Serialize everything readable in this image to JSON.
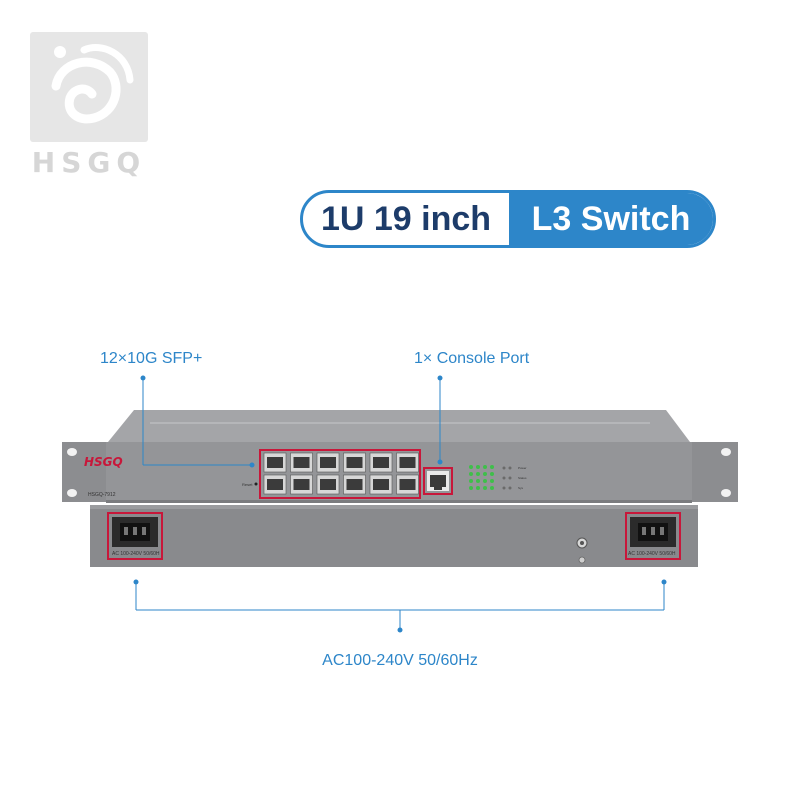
{
  "logo": {
    "name": "HSGQ"
  },
  "headline": {
    "left": "1U 19 inch",
    "right": "L3 Switch"
  },
  "callouts": {
    "sfp": "12×10G SFP+",
    "console": "1× Console Port",
    "power": "AC100-240V 50/60Hz"
  },
  "front_panel": {
    "brand": "HSGQ",
    "model": "HSGQ-7912",
    "reset": "Reset",
    "sfp_port_count": 12,
    "led_labels": [
      "Power",
      "Status",
      "Sys"
    ]
  },
  "rear_panel": {
    "inlet_label_left": "AC 100-240V 50/60H",
    "inlet_label_right": "AC 100-240V 50/60H"
  },
  "colors": {
    "accent": "#2d86c9",
    "headline_dark": "#1d3c6a",
    "highlight": "#c8173a",
    "chassis": "#8e8f92"
  }
}
